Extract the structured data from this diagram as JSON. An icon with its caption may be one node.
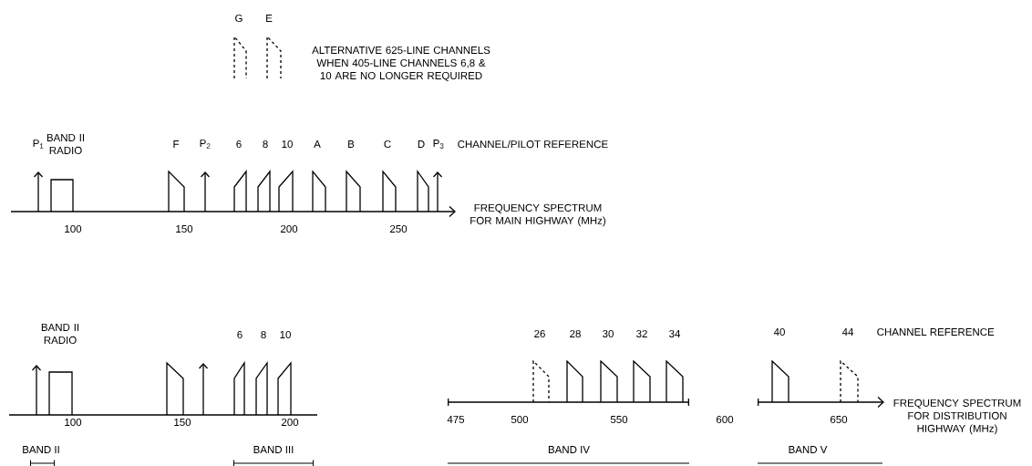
{
  "diagram": {
    "labels": [
      "G",
      "E",
      "ALTERNATIVE 625-LINE CHANNELS WHEN 405-LINE CHANNELS 6,8 & 10 ARE NO LONGER REQUIRED",
      "BAND II RADIO",
      "P$_{1}$",
      "F",
      "P$_{2}$",
      "6",
      "8",
      "10",
      "A",
      "B",
      "C",
      "D",
      "P$_{3}$",
      "CHANNEL/PILOT REFERENCE",
      "FREQUENCY SPECTRUM FOR MAIN HIGHWAY (MHz)",
      "100",
      "150",
      "200",
      "250",
      "BAND II RADIO",
      "6",
      "8",
      "10",
      "26",
      "28",
      "30",
      "32",
      "34",
      "40",
      "44",
      "CHANNEL REFERENCE",
      "FREQUENCY SPECTRUM FOR DISTRIBUTION HIGHWAY (MHz)",
      "100",
      "150",
      "200",
      "475",
      "500",
      "550",
      "600",
      "650",
      "BAND II",
      "BAND III",
      "BAND IV",
      "BAND V"
    ]
  }
}
